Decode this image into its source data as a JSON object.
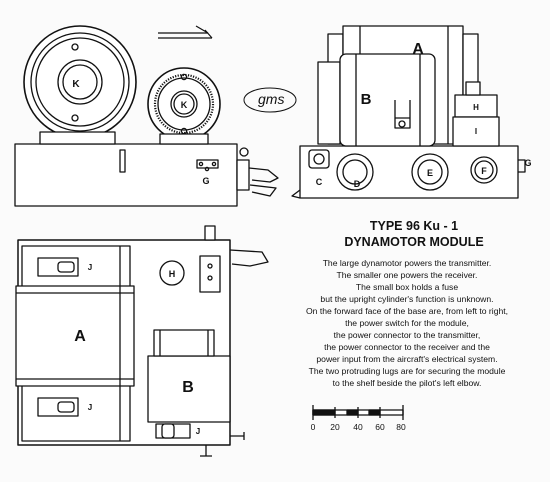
{
  "title_line1": "TYPE 96 Ku - 1",
  "title_line2": "DYNAMOTOR MODULE",
  "description": [
    "The large dynamotor powers the transmitter.",
    "The smaller one powers the receiver.",
    "The small box holds a fuse",
    "but the upright cylinder's function is unknown.",
    "On the forward face of the base are, from left to right,",
    "the power switch for the module,",
    "the power connector to the transmitter,",
    "the power connector to the receiver and the",
    "power input from the aircraft's electrical system.",
    "The two protruding lugs are for securing the module",
    "to the shelf beside the pilot's left elbow."
  ],
  "signature": "gms",
  "scale": {
    "ticks": [
      "0",
      "20",
      "40",
      "60",
      "80"
    ]
  },
  "labels": {
    "front_view": {
      "k_large": "K",
      "k_small": "K",
      "g": "G"
    },
    "side_view": {
      "a": "A",
      "b": "B",
      "h": "H",
      "i": "I",
      "c": "C",
      "d": "D",
      "e": "E",
      "f": "F",
      "g": "G"
    },
    "top_view": {
      "a": "A",
      "b": "B",
      "h": "H",
      "j_upper": "J",
      "j_lower": "J",
      "j_right": "J"
    }
  }
}
